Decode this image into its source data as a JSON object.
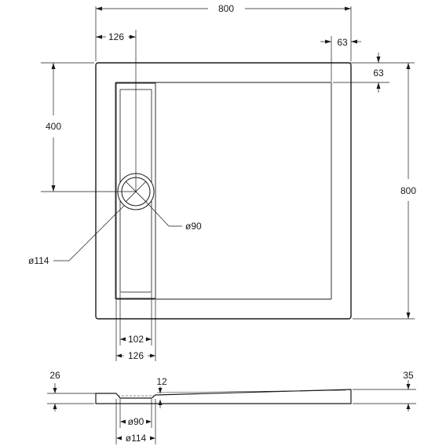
{
  "plan_view": {
    "overall_width": "800",
    "overall_depth": "800",
    "drain_offset_x": "126",
    "drain_offset_y": "400",
    "rim_right": "63",
    "rim_top": "63",
    "drain_diameter": "ø90",
    "outer_diameter": "ø114",
    "channel_inner_width": "102",
    "channel_outer_width": "126"
  },
  "section_view": {
    "edge_height_left": "26",
    "edge_height_right": "35",
    "drain_depth": "12",
    "drain_diameter": "ø90",
    "outer_diameter": "ø114"
  }
}
